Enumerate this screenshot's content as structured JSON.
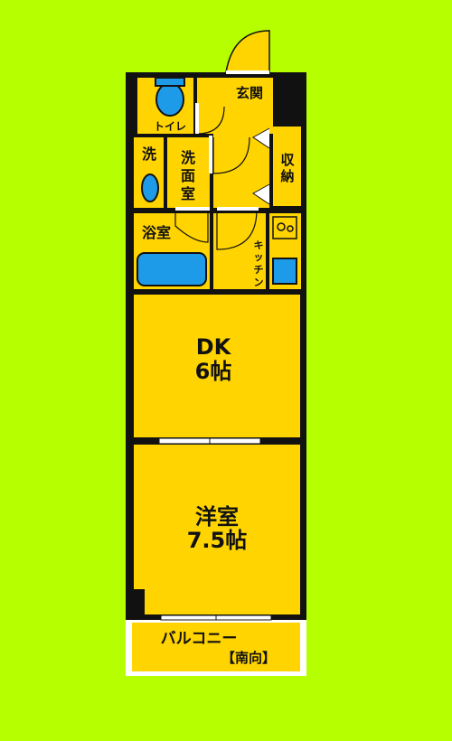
{
  "colors": {
    "background": "#b6ff00",
    "room_fill": "#ffd400",
    "wall": "#111111",
    "fixture_blue": "#1e9be8",
    "door": "#ffffff"
  },
  "rooms": {
    "genkan": "玄関",
    "toilet": "トイレ",
    "washstand_short": "洗",
    "washroom": [
      "洗",
      "面",
      "室"
    ],
    "storage": [
      "収",
      "納"
    ],
    "bathroom": "浴室",
    "kitchen": [
      "キ",
      "ッ",
      "チ",
      "ン"
    ],
    "dk": {
      "name": "DK",
      "size": "6帖"
    },
    "western": {
      "name": "洋室",
      "size": "7.5帖"
    },
    "balcony": {
      "name": "バルコニー",
      "orientation": "【南向】"
    }
  }
}
